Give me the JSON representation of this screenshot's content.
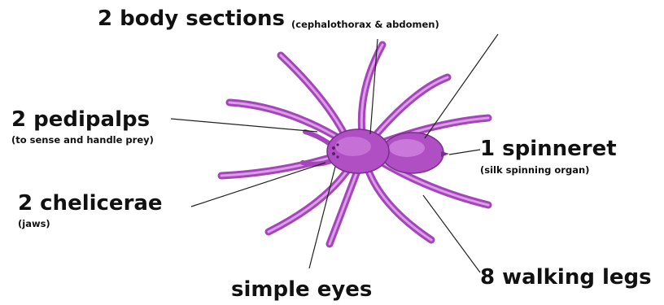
{
  "labels": {
    "body_sections": "2 body sections",
    "body_sections_note": "(cephalothorax & abdomen)",
    "pedipalps": "2 pedipalps",
    "pedipalps_note": "(to sense and handle prey)",
    "chelicerae": "2 chelicerae",
    "chelicerae_note": "(jaws)",
    "spinneret": "1 spinneret",
    "spinneret_note": "(silk spinning organ)",
    "walking_legs": "8 walking legs",
    "eyes": "simple eyes"
  },
  "colors": {
    "spider_fill": "#b04fc4",
    "spider_light": "#e2a6ee",
    "spider_dark": "#7a2c8f",
    "text": "#111111",
    "leader_line": "#222222"
  }
}
